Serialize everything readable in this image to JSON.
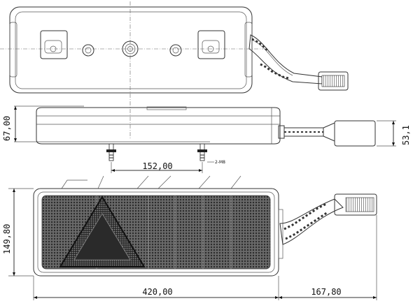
{
  "dimensions": {
    "height_side": "67,00",
    "cable_height": "53,1",
    "bolt_spacing": "152,00",
    "thread_label": "2-M8",
    "height_front": "149,80",
    "width_total": "420,00",
    "cable_length": "167,80"
  }
}
